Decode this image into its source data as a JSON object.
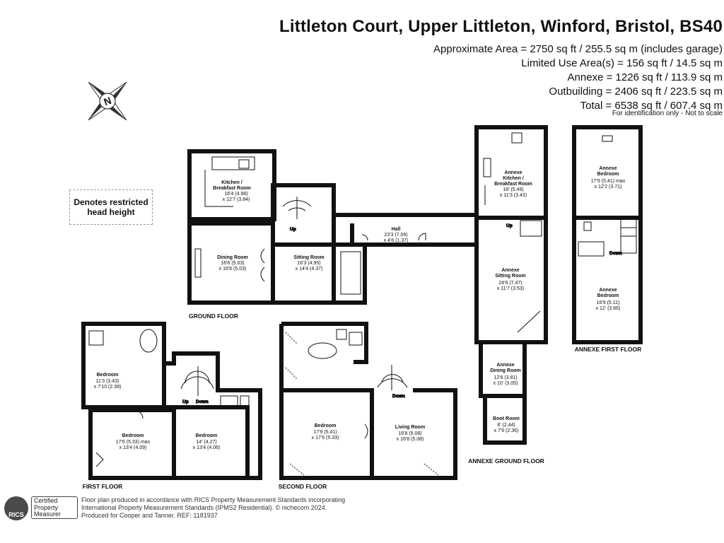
{
  "header": {
    "title": "Littleton Court, Upper Littleton, Winford, Bristol, BS40",
    "areas": [
      "Approximate Area = 2750 sq ft / 255.5 sq m (includes garage)",
      "Limited Use Area(s) = 156 sq ft / 14.5 sq m",
      "Annexe = 1226 sq ft / 113.9 sq m",
      "Outbuilding = 2406 sq ft / 223.5 sq m",
      "Total = 6538 sq ft / 607.4 sq m"
    ],
    "note": "For identification only - Not to scale"
  },
  "compass": {
    "letter": "N"
  },
  "legend": {
    "restricted": "Denotes restricted head height"
  },
  "floors": {
    "ground": "GROUND FLOOR",
    "first": "FIRST FLOOR",
    "second": "SECOND FLOOR",
    "annexe_ground": "ANNEXE GROUND FLOOR",
    "annexe_first": "ANNEXE FIRST FLOOR"
  },
  "rooms": {
    "kitchen": {
      "name1": "Kitchen /",
      "name2": "Breakfast Room",
      "dim1": "16'4 (4.98)",
      "dim2": "x 12'7 (3.84)"
    },
    "dining": {
      "name": "Dining Room",
      "dim1": "16'6 (5.03)",
      "dim2": "x 16'6 (5.03)"
    },
    "sitting": {
      "name": "Sitting Room",
      "dim1": "16'3 (4.95)",
      "dim2": "x 14'4 (4.37)"
    },
    "hall": {
      "name": "Hall",
      "dim1": "23'3 (7.09)",
      "dim2": "x 4'6 (1.37)"
    },
    "annexe_kitchen": {
      "name1": "Annexe",
      "name2": "Kitchen /",
      "name3": "Breakfast Room",
      "dim1": "18' (5.49)",
      "dim2": "x 11'3 (3.43)"
    },
    "annexe_sitting": {
      "name1": "Annexe",
      "name2": "Sitting Room",
      "dim1": "24'6 (7.47)",
      "dim2": "x 11'7 (3.53)"
    },
    "annexe_dining": {
      "name1": "Annexe",
      "name2": "Dining Room",
      "dim1": "12'6 (3.81)",
      "dim2": "x 10' (3.05)"
    },
    "boot_room": {
      "name": "Boot Room",
      "dim1": "8' (2.44)",
      "dim2": "x 7'9 (2.36)"
    },
    "annexe_bed1": {
      "name1": "Annexe",
      "name2": "Bedroom",
      "dim1": "17'9 (5.41) max",
      "dim2": "x 12'2 (3.71)"
    },
    "annexe_bed2": {
      "name1": "Annexe",
      "name2": "Bedroom",
      "dim1": "16'9 (5.11)",
      "dim2": "x 12' (3.66)"
    },
    "ff_bed_small": {
      "name": "Bedroom",
      "dim1": "11'3 (3.43)",
      "dim2": "x 7'10 (2.39)"
    },
    "ff_bed_left": {
      "name": "Bedroom",
      "dim1": "17'6 (5.33) max",
      "dim2": "x 13'4 (4.09)"
    },
    "ff_bed_right": {
      "name": "Bedroom",
      "dim1": "14' (4.27)",
      "dim2": "x 13'4 (4.06)"
    },
    "sf_bed": {
      "name": "Bedroom",
      "dim1": "17'9 (5.41)",
      "dim2": "x 17'6 (5.33)"
    },
    "sf_living": {
      "name": "Living Room",
      "dim1": "16'8 (5.08)",
      "dim2": "x 16'8 (5.08)"
    }
  },
  "stairs": {
    "up": "Up",
    "down": "Down"
  },
  "footer": {
    "line1": "Floor plan produced in accordance with RICS Property Measurement Standards incorporating",
    "line2": "International Property Measurement Standards (IPMS2 Residential). © nichecom 2024.",
    "line3": "Produced for Cooper and Tanner.   REF: 1181937"
  },
  "rics": {
    "logo": "RICS",
    "badge": "Certified Property Measurer"
  }
}
